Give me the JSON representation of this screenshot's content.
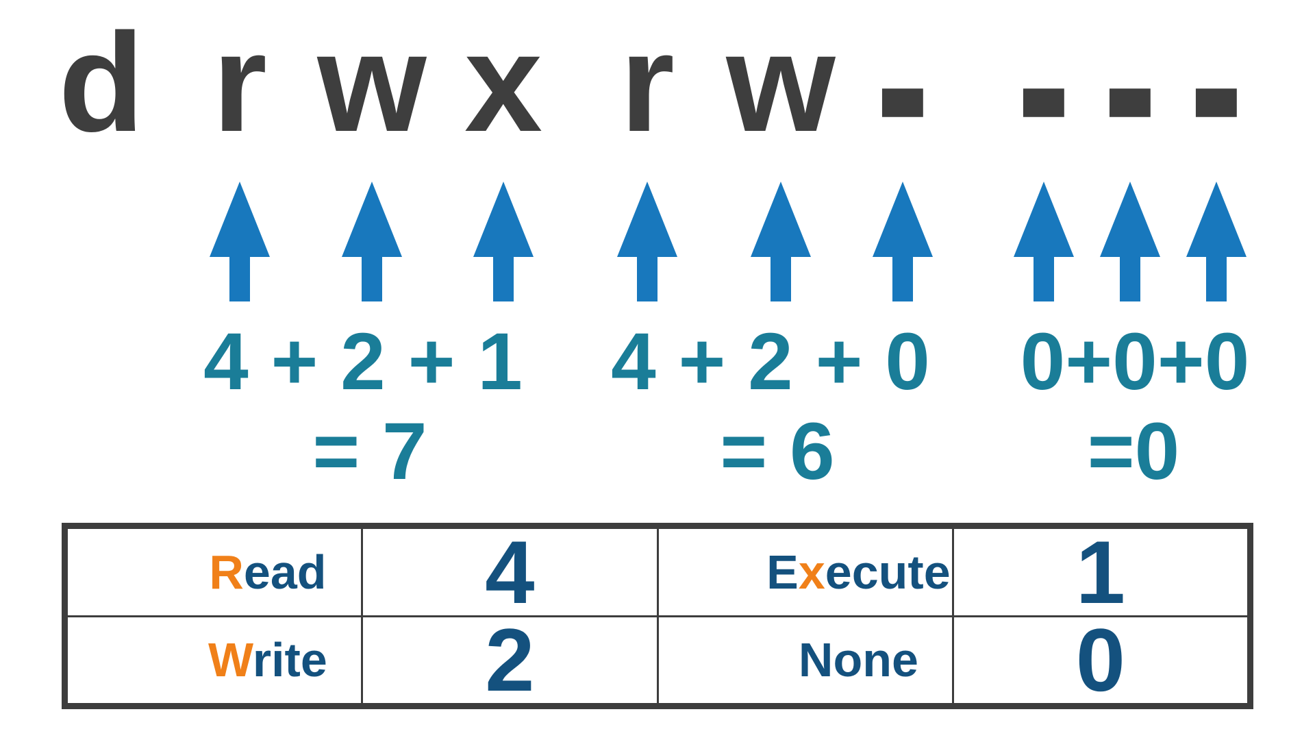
{
  "colors": {
    "permission_text_gray": "#3e3e3e",
    "arrow_blue": "#1878bd",
    "math_teal": "#1a7d98",
    "table_navy": "#14517e",
    "accent_orange": "#f08019",
    "table_border_gray": "#3d3d3d",
    "background": "#ffffff"
  },
  "permission_string": {
    "full": "drwxrw----",
    "chars": [
      "d",
      "r",
      "w",
      "x",
      "r",
      "w",
      "-",
      "-",
      "-",
      "-"
    ]
  },
  "icons": {
    "arrow": "up-arrow",
    "arrow_count": 9
  },
  "groups": [
    {
      "sum": "4 + 2 + 1",
      "result": "= 7"
    },
    {
      "sum": "4 + 2 + 0",
      "result": "= 6"
    },
    {
      "sum": "0+0+0",
      "result": "=0"
    }
  ],
  "legend_table": {
    "rows": [
      {
        "cells": [
          {
            "parts": [
              {
                "t": "R",
                "c": "orange"
              },
              {
                "t": "ead",
                "c": "navy"
              }
            ]
          },
          {
            "value": "4"
          },
          {
            "parts": [
              {
                "t": "E",
                "c": "navy"
              },
              {
                "t": "x",
                "c": "orange"
              },
              {
                "t": "ecute",
                "c": "navy"
              }
            ]
          },
          {
            "value": "1"
          }
        ]
      },
      {
        "cells": [
          {
            "parts": [
              {
                "t": "W",
                "c": "orange"
              },
              {
                "t": "rite",
                "c": "navy"
              }
            ]
          },
          {
            "value": "2"
          },
          {
            "parts": [
              {
                "t": "None",
                "c": "navy"
              }
            ]
          },
          {
            "value": "0"
          }
        ]
      }
    ]
  }
}
